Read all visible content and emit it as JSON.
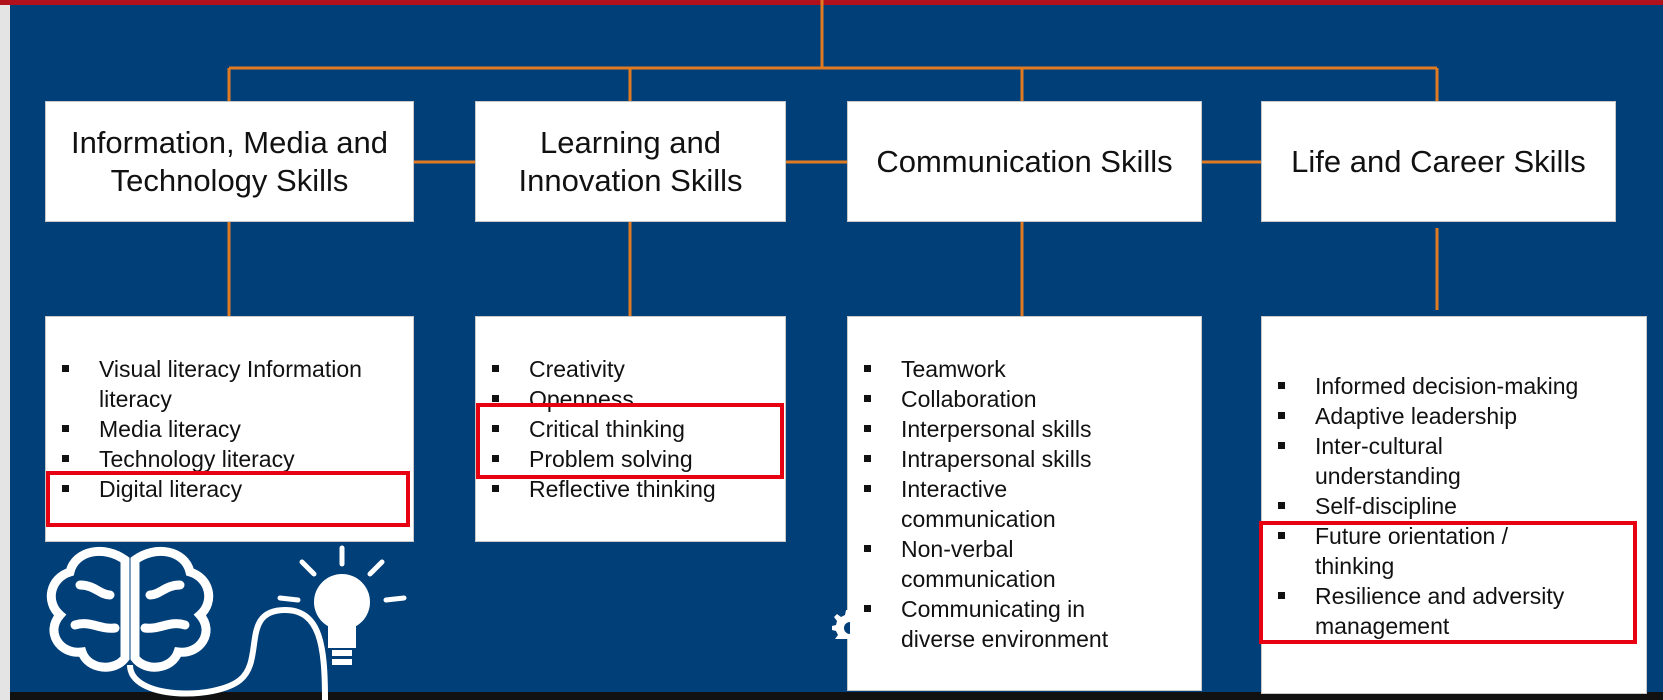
{
  "categories": [
    {
      "title_line1": "Information, Media and",
      "title_line2": "Technology Skills",
      "items": [
        "Visual literacy Information",
        "literacy",
        "Media literacy",
        "Technology literacy",
        "Digital literacy"
      ]
    },
    {
      "title_line1": "Learning and",
      "title_line2": "Innovation Skills",
      "items": [
        "Creativity",
        "Openness",
        "Critical thinking",
        "Problem solving",
        "Reflective thinking"
      ]
    },
    {
      "title_line1": "Communication Skills",
      "items": [
        "Teamwork",
        "Collaboration",
        "Interpersonal skills",
        "Intrapersonal skills",
        "Interactive",
        "communication",
        "Non-verbal",
        "communication",
        "Communicating in",
        "diverse environment"
      ]
    },
    {
      "title_line1": "Life and Career Skills",
      "items": [
        "Informed decision-making",
        "Adaptive leadership",
        "Inter-cultural",
        "understanding",
        "Self-discipline",
        "Future orientation /",
        "thinking",
        "Resilience and adversity",
        "management"
      ]
    }
  ],
  "highlighted_items": [
    "Digital literacy",
    "Critical thinking",
    "Problem solving",
    "Future orientation / thinking",
    "Resilience and adversity management"
  ],
  "colors": {
    "background": "#003f78",
    "connector": "#e07b22",
    "highlight": "#e60012",
    "top_bar": "#b0111c",
    "box": "#ffffff"
  },
  "icons": [
    "brain-icon",
    "lightbulb-icon",
    "gear-icon"
  ]
}
